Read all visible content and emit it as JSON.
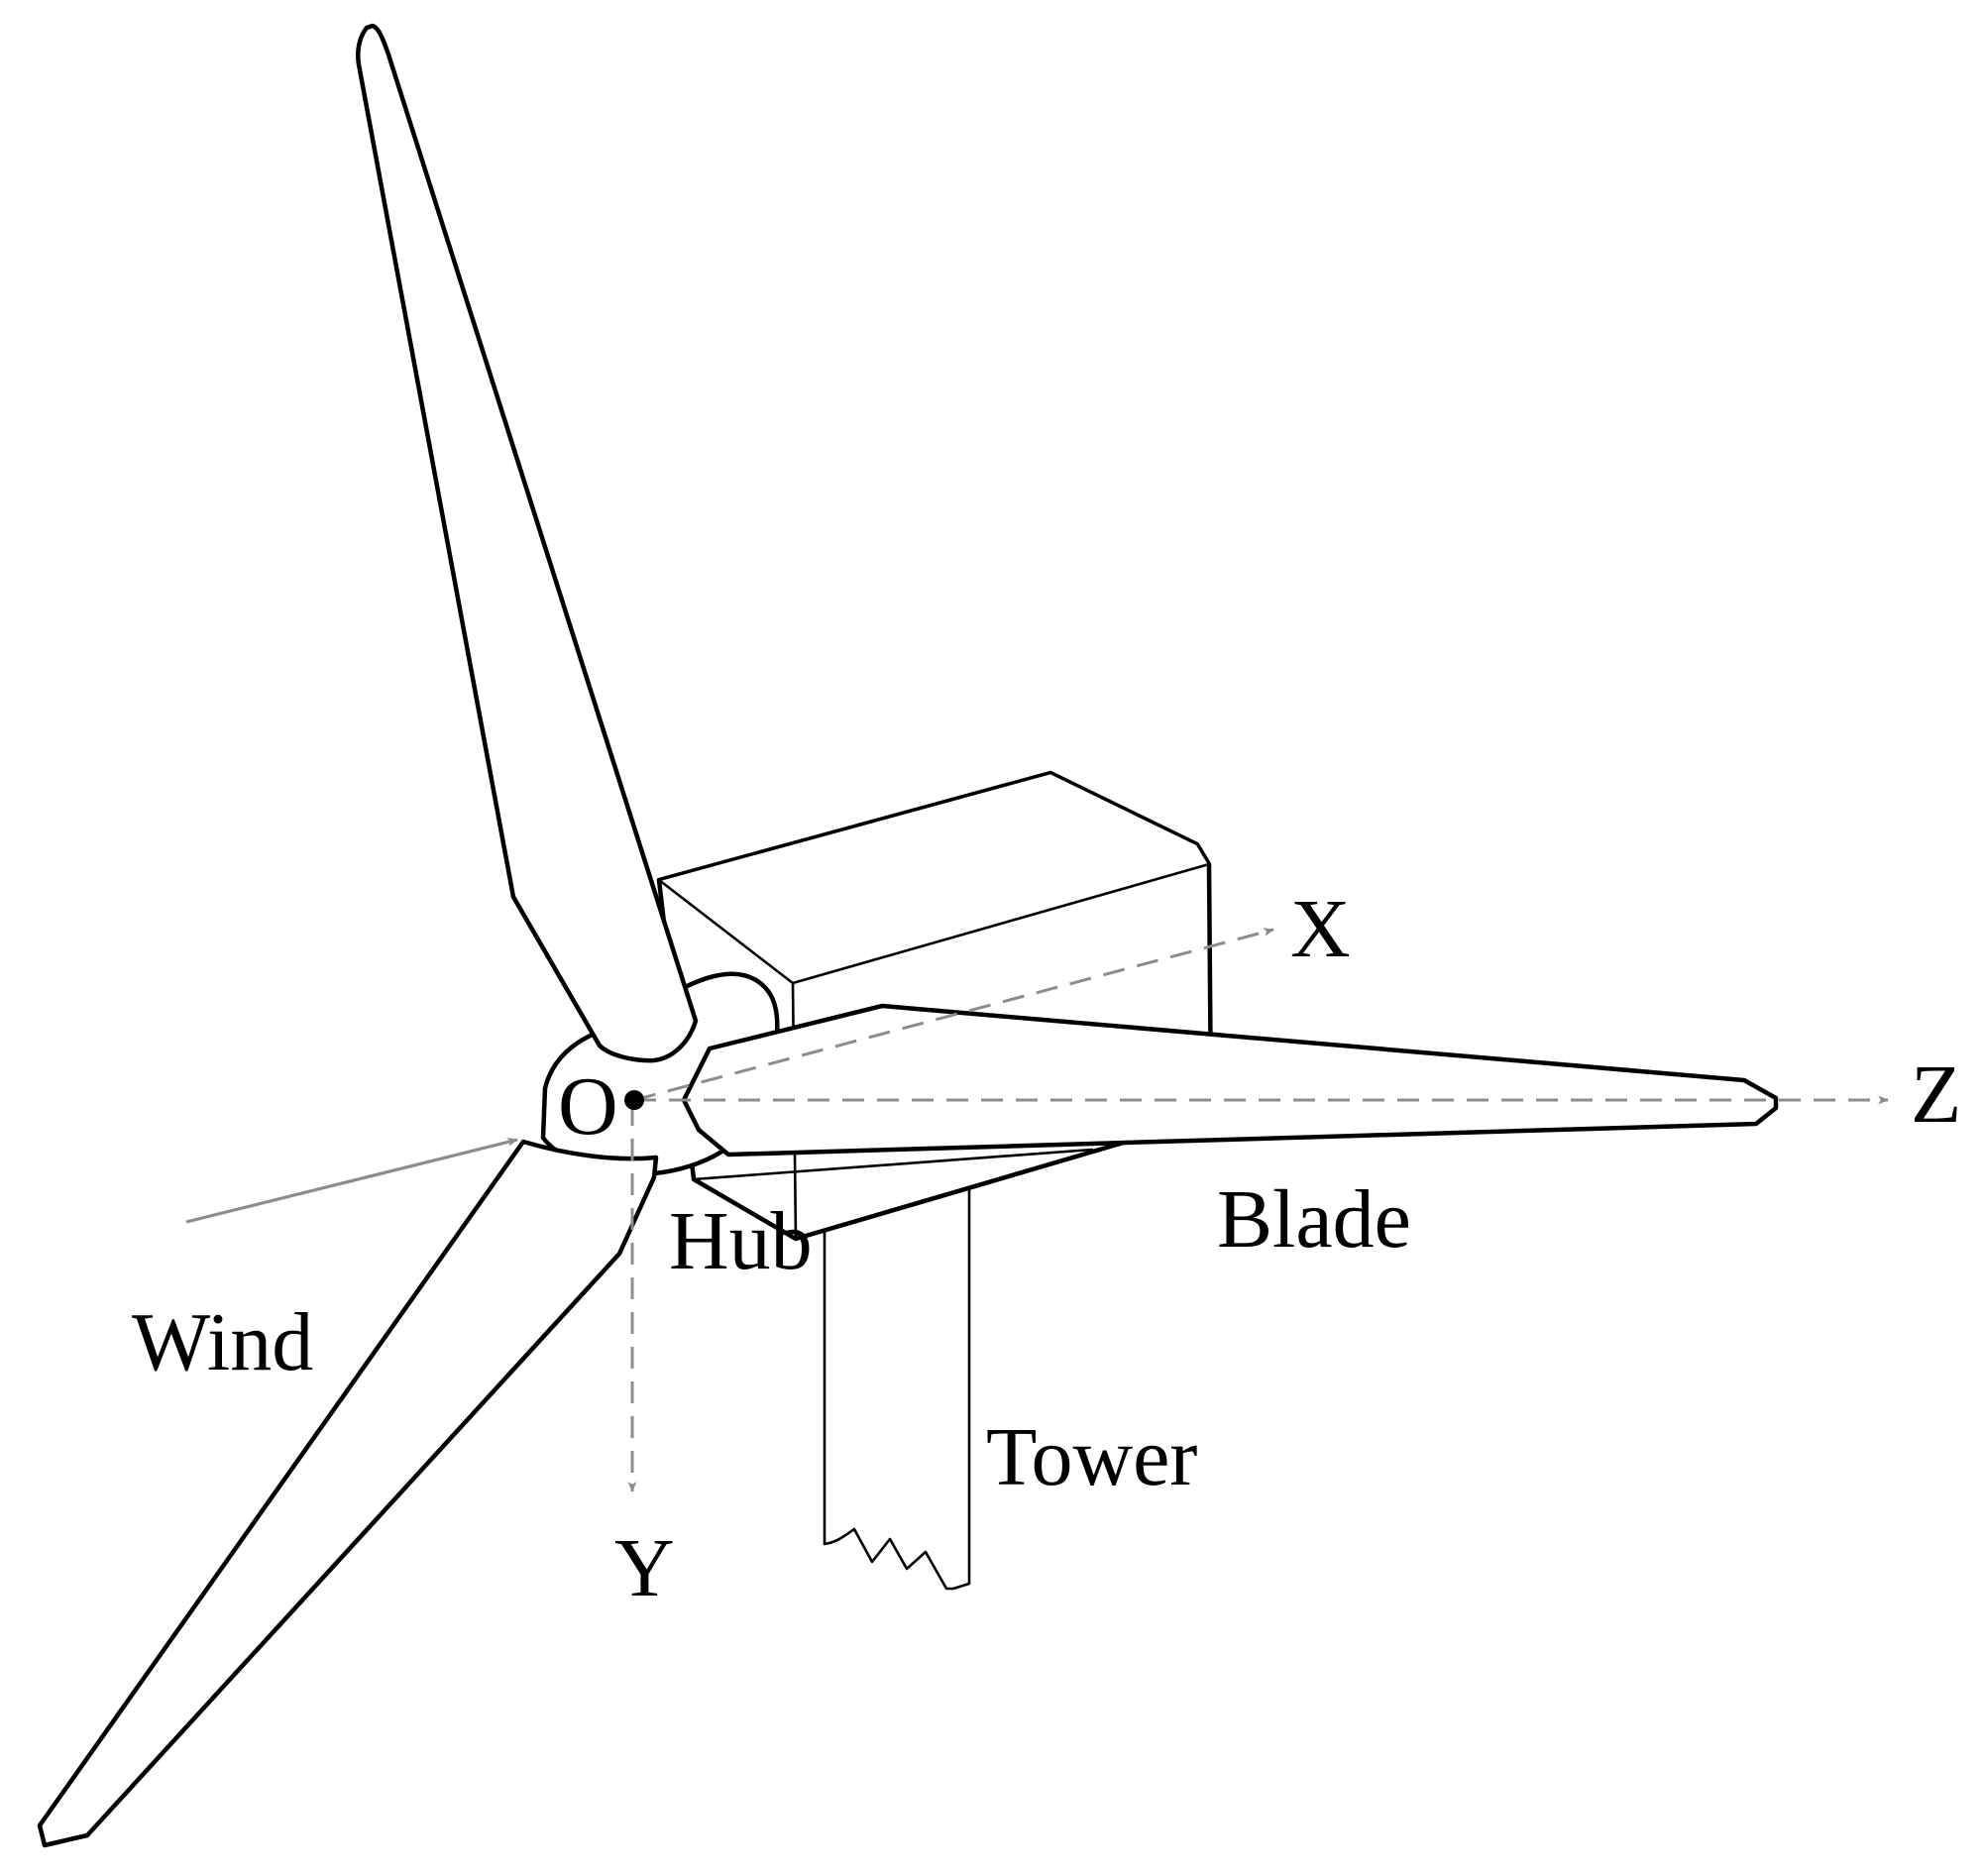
{
  "labels": {
    "origin": "O",
    "x_axis": "X",
    "y_axis": "Y",
    "z_axis": "Z",
    "wind": "Wind",
    "hub": "Hub",
    "blade": "Blade",
    "tower": "Tower"
  },
  "colors": {
    "line": "#000000",
    "axis": "#8c8c8c",
    "background": "#ffffff"
  }
}
